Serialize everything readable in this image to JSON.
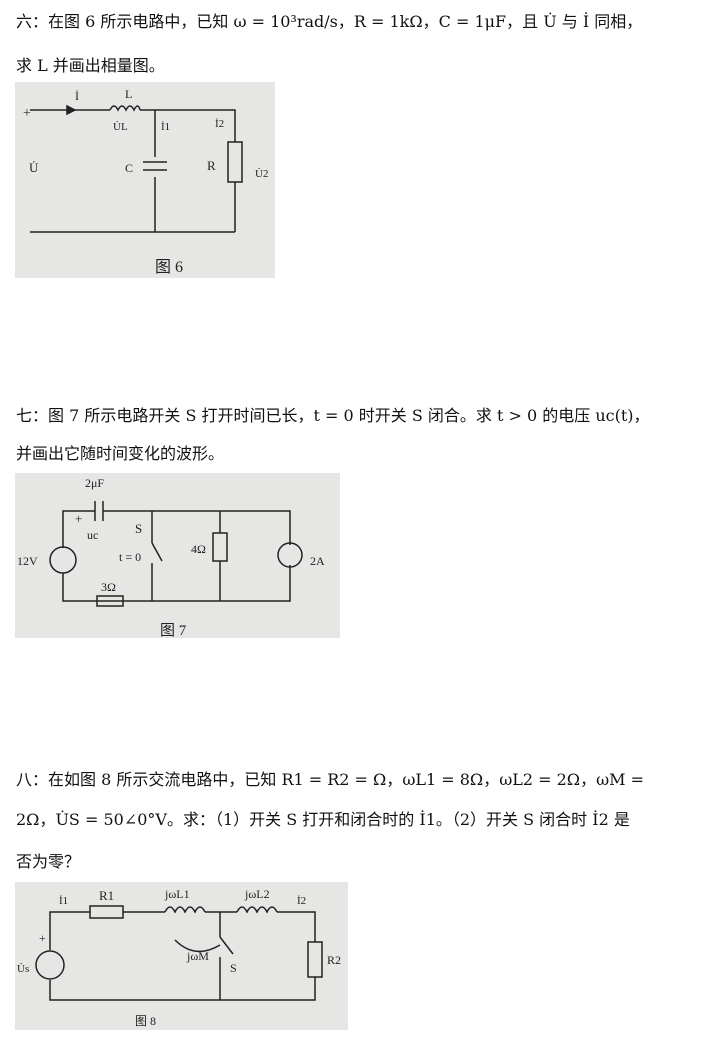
{
  "q6": {
    "line1": "六：在图 6 所示电路中，已知 ω = 10³rad/s，R = 1kΩ，C = 1μF，且 U̇ 与 İ 同相，",
    "line2": "求 L 并画出相量图。",
    "fig": {
      "caption": "图 6",
      "I": "İ",
      "L": "L",
      "UL": "U̇L",
      "I1": "İ1",
      "I2": "İ2",
      "C": "C",
      "R": "R",
      "U": "U̇",
      "U2": "U̇2",
      "plus": "+",
      "minus": "−"
    }
  },
  "q7": {
    "line1": "七：图 7 所示电路开关 S 打开时间已长，t = 0 时开关 S 闭合。求 t > 0 的电压 uc(t)，",
    "line2": "并画出它随时间变化的波形。",
    "fig": {
      "caption": "图 7",
      "cap": "2μF",
      "uc": "uc",
      "S": "S",
      "t0": "t = 0",
      "r4": "4Ω",
      "r3": "3Ω",
      "v12": "12V",
      "a2": "2A",
      "plus": "+",
      "minus": "−"
    }
  },
  "q8": {
    "line1": "八：在如图 8 所示交流电路中，已知 R1 = R2 = Ω，ωL1 = 8Ω，ωL2 = 2Ω，ωM =",
    "line2": "2Ω，U̇S = 50∠0°V。求：（1）开关 S 打开和闭合时的 İ1。（2）开关 S 闭合时 İ2 是",
    "line3": "否为零？",
    "fig": {
      "caption": "图 8",
      "I1": "İ1",
      "R1": "R1",
      "jwL1": "jωL1",
      "jwL2": "jωL2",
      "I2": "İ2",
      "jwM": "jωM",
      "S": "S",
      "Us": "U̇s",
      "R2": "R2",
      "plus": "+"
    }
  }
}
